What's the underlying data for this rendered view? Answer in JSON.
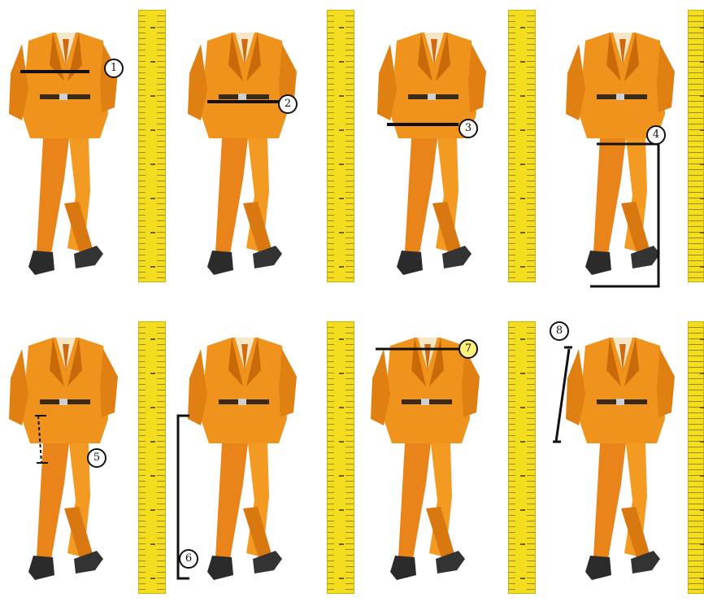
{
  "markers": [
    "1",
    "2",
    "3",
    "4",
    "5",
    "6",
    "7",
    "8"
  ],
  "colors": {
    "suit": "#f0931c",
    "suit_dark": "#c96a0a",
    "shirt": "#f6e7c8",
    "ruler": "#f4dd1e",
    "line": "#111111"
  }
}
